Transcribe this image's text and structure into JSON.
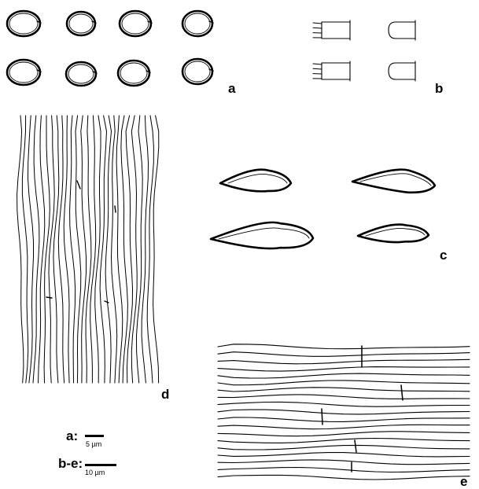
{
  "panels": {
    "a": "a",
    "b": "b",
    "c": "c",
    "d": "d",
    "e": "e"
  },
  "scale_bars": [
    {
      "key": "a:",
      "value": "5  µm"
    },
    {
      "key": "b-e:",
      "value": "10  µm"
    }
  ],
  "colors": {
    "ink": "#000000",
    "background": "#ffffff"
  }
}
